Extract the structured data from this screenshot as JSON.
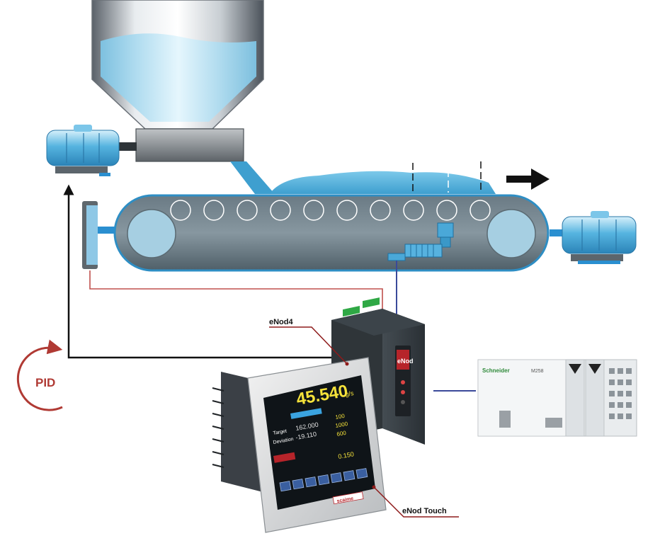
{
  "labels": {
    "enod4": "eNod4",
    "enod_touch": "eNod Touch",
    "pid": "PID"
  },
  "screen": {
    "main_value": "45.540",
    "main_unit": "g/s",
    "row_label_1": "Target",
    "row_label_2": "Deviation",
    "row_value_1": "162.000",
    "row_value_2": "-19.110",
    "right_value_1": "100",
    "right_value_2": "1000",
    "right_value_3": "600",
    "bottom_value": "0.150",
    "brand": "scaime"
  },
  "device": {
    "brand": "eNod"
  },
  "plc": {
    "brand": "Schneider",
    "model": "M258"
  },
  "colors": {
    "signal_red": "#c0504d",
    "signal_blue": "#3a4a9a",
    "belt": "#4e5f6a",
    "hopper_fill": "#a9d9ef",
    "motor": "#4aa8d8",
    "callout": "#8e1b1b"
  }
}
